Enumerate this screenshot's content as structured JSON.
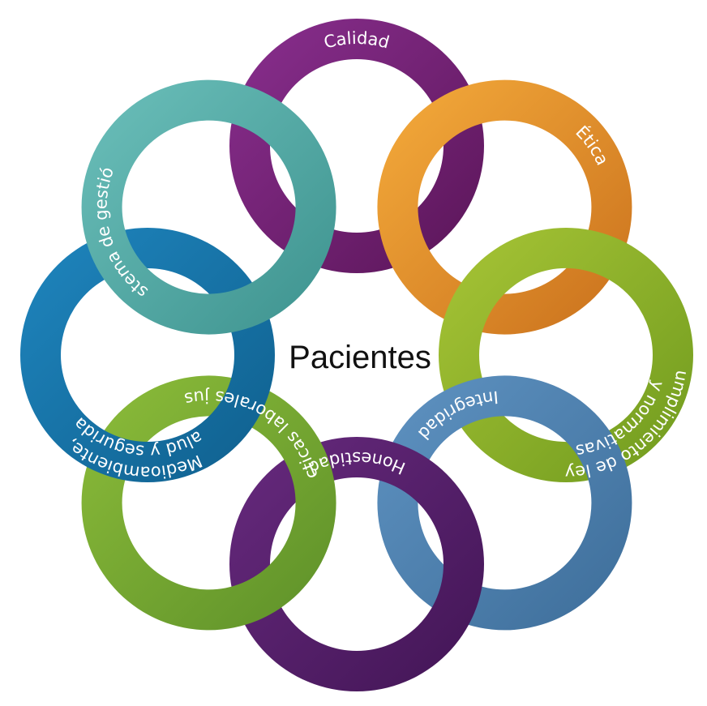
{
  "center": {
    "label": "Pacientes"
  },
  "values": [
    {
      "key": "calidad",
      "label": "Calidad",
      "color": "#8a2f8f",
      "shade": "#5a1558"
    },
    {
      "key": "etica",
      "label": "Ética",
      "color": "#f5ac3c",
      "shade": "#c9701c"
    },
    {
      "key": "cumplimiento",
      "lines": [
        "Cumplimiento de leyes",
        "y normativas"
      ],
      "color": "#a8c536",
      "shade": "#6f9a1e"
    },
    {
      "key": "integridad",
      "label": "Integridad",
      "color": "#5f93c2",
      "shade": "#3d6d99"
    },
    {
      "key": "honestidad",
      "label": "Honestidad",
      "color": "#672a7e",
      "shade": "#421555"
    },
    {
      "key": "practicas",
      "label": "Prácticas laborales justas",
      "color": "#8dbd3a",
      "shade": "#5d9029"
    },
    {
      "key": "medioambiente",
      "lines": [
        "Medioambiente,",
        "salud y seguridad"
      ],
      "color": "#1f86bf",
      "shade": "#0f5f8d"
    },
    {
      "key": "sistema",
      "label": "Sistema de gestión",
      "color": "#6cc0bb",
      "shade": "#3d928e"
    }
  ]
}
